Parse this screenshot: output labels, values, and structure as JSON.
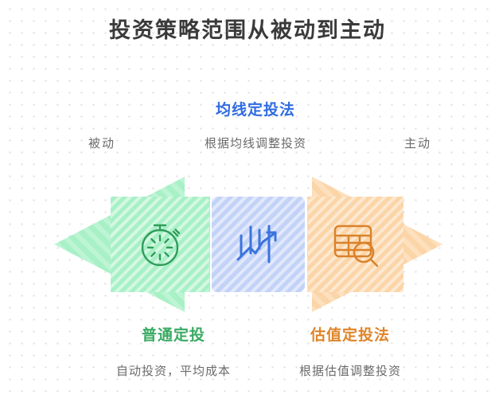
{
  "page": {
    "title": "投资策略范围从被动到主动",
    "background": "#ffffff",
    "dot_color": "#dedede"
  },
  "spectrum": {
    "left_end_label": "被动",
    "right_end_label": "主动"
  },
  "stages": {
    "top": {
      "heading": "均线定投法",
      "description": "根据均线调整投资",
      "color": "#2f6ce0",
      "icon": "candlestick-chart-uptrend-icon",
      "panel_color": "#c3d2f7"
    },
    "bottom_left": {
      "heading": "普通定投",
      "description": "自动投资，平均成本",
      "color": "#3aaa63",
      "icon": "stopwatch-icon",
      "panel_color": "#a8f0c6"
    },
    "bottom_right": {
      "heading": "估值定投法",
      "description": "根据估值调整投资",
      "color": "#e08428",
      "icon": "table-search-icon",
      "panel_color": "#fbd5a8"
    }
  },
  "arrow": {
    "left_head_color": "#a8f0c6",
    "right_head_color": "#fbd5a8",
    "direction": "double-headed-horizontal"
  }
}
